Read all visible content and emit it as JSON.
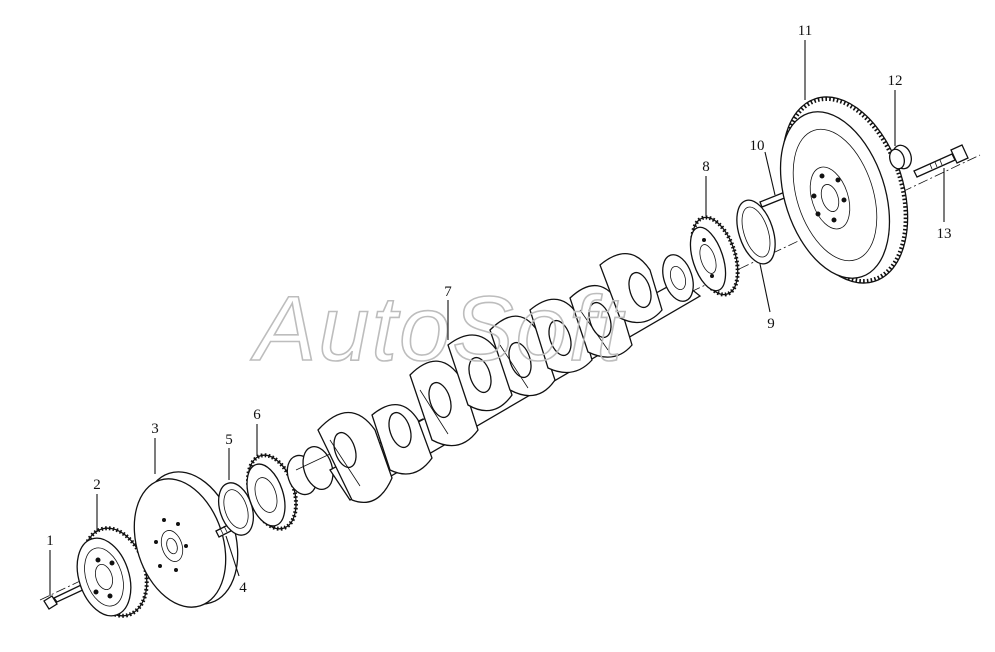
{
  "watermark": {
    "text": "AutoSoft"
  },
  "callouts": [
    {
      "id": "1",
      "label": "1"
    },
    {
      "id": "2",
      "label": "2"
    },
    {
      "id": "3",
      "label": "3"
    },
    {
      "id": "4",
      "label": "4"
    },
    {
      "id": "5",
      "label": "5"
    },
    {
      "id": "6",
      "label": "6"
    },
    {
      "id": "7",
      "label": "7"
    },
    {
      "id": "8",
      "label": "8"
    },
    {
      "id": "9",
      "label": "9"
    },
    {
      "id": "10",
      "label": "10"
    },
    {
      "id": "11",
      "label": "11"
    },
    {
      "id": "12",
      "label": "12"
    },
    {
      "id": "13",
      "label": "13"
    }
  ],
  "parts": [
    {
      "name": "bolt",
      "icon": "bolt-icon"
    },
    {
      "name": "pulley",
      "icon": "pulley-icon"
    },
    {
      "name": "vibration-damper",
      "icon": "damper-icon"
    },
    {
      "name": "dowel-pin",
      "icon": "pin-icon"
    },
    {
      "name": "front-oil-seal",
      "icon": "seal-icon"
    },
    {
      "name": "crankshaft-gear",
      "icon": "gear-icon"
    },
    {
      "name": "crankshaft",
      "icon": "crankshaft-icon"
    },
    {
      "name": "rear-gear",
      "icon": "gear-icon"
    },
    {
      "name": "rear-oil-seal",
      "icon": "seal-icon"
    },
    {
      "name": "locating-pin",
      "icon": "pin-icon"
    },
    {
      "name": "flywheel",
      "icon": "flywheel-icon"
    },
    {
      "name": "bushing",
      "icon": "bushing-icon"
    },
    {
      "name": "flywheel-bolt",
      "icon": "bolt-icon"
    }
  ]
}
